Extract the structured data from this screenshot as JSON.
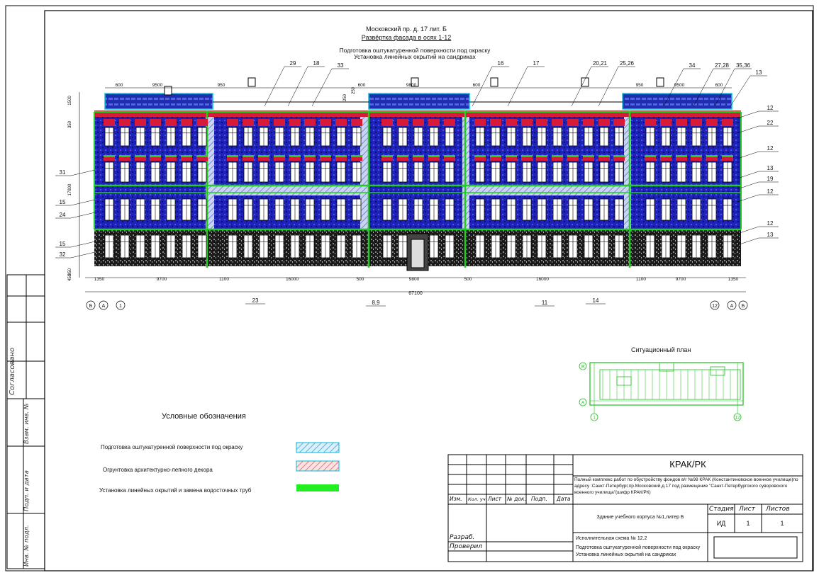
{
  "header": {
    "address": "Московский пр. д. 17 лит. Б",
    "sheet_title": "Развёртка фасада в осях 1-12",
    "line1": "Подготовка оштукатуренной поверхности под окраску",
    "line2": "Установка линейных окрытий на сандриках"
  },
  "callouts_top": [
    "29",
    "18",
    "33",
    "16",
    "17",
    "20,21",
    "25,26",
    "34",
    "27,28",
    "35,36",
    "13"
  ],
  "callouts_right": [
    "12",
    "22",
    "12",
    "13",
    "19",
    "12",
    "12",
    "13"
  ],
  "callouts_left": [
    "31",
    "15",
    "24",
    "15",
    "32"
  ],
  "callouts_bottom": [
    "23",
    "8,9",
    "11",
    "14"
  ],
  "dims_top": [
    "600",
    "9500",
    "950",
    "600",
    "9800",
    "600",
    "950",
    "9500",
    "600"
  ],
  "dims_bottom": [
    "1350",
    "9700",
    "1100",
    "16000",
    "500",
    "9800",
    "500",
    "16000",
    "1100",
    "9700",
    "1350"
  ],
  "dim_total": "67100",
  "dims_left": [
    "1500",
    "350",
    "17800",
    "950",
    "450"
  ],
  "dims_roof": [
    "250",
    "250"
  ],
  "axes_left": [
    "Б",
    "А",
    "1"
  ],
  "axes_right": [
    "12",
    "А",
    "Б"
  ],
  "situation": {
    "title": "Ситуационный план",
    "axis_marks": [
      "Ж",
      "А",
      "1",
      "12"
    ]
  },
  "legend": {
    "title": "Условные обозначения",
    "items": [
      {
        "label": "Подготовка оштукатуренной поверхности под окраску",
        "color": "#8fd4f0"
      },
      {
        "label": "Огрунтовка архитектурно-лепного декора",
        "color": "#f2b3b3"
      },
      {
        "label": "Установка линейных окрытий и замена водосточных труб",
        "color": "#22ee22"
      }
    ]
  },
  "left_strip": {
    "agreed": "Согласовано",
    "inv_zam": "Взам. инв. №",
    "podp_data": "Подп. и дата",
    "inv_podl": "Инв. № подл."
  },
  "title_block": {
    "code": "КРАК/РК",
    "description": "Полный комплекс работ по обустройству фондов в/г №98 КРАК (Константиновское военное училище)по адресу :Санкт-Петербург,пр.Московский,д.17 под размещение \"Санкт-Петербургского суворовского военного училища\"(шифр КРАК/РК)",
    "building": "Здание учебного корпуса №1,литер Б",
    "col_headers": [
      "Изм.",
      "Кол. уч",
      "Лист",
      "№ док.",
      "Подп.",
      "Дата"
    ],
    "stage_headers": [
      "Стадия",
      "Лист",
      "Листов"
    ],
    "stage_values": [
      "ИД",
      "1",
      "1"
    ],
    "developed": "Разраб.",
    "checked": "Проверил",
    "scheme": "Исполнительная схема № 12.2",
    "scheme_line1": "Подготовка оштукатуренной поверхности под окраску",
    "scheme_line2": "Установка линейных окрытий на сандриках"
  },
  "colors": {
    "facade_blue": "#1a1aa8",
    "pier_hatch": "#2a2ae0",
    "sandrik_red": "#d81a3a",
    "cornice_green": "#22cc22",
    "roof_cyan": "#00c8e0",
    "plinth_black": "#111111"
  }
}
